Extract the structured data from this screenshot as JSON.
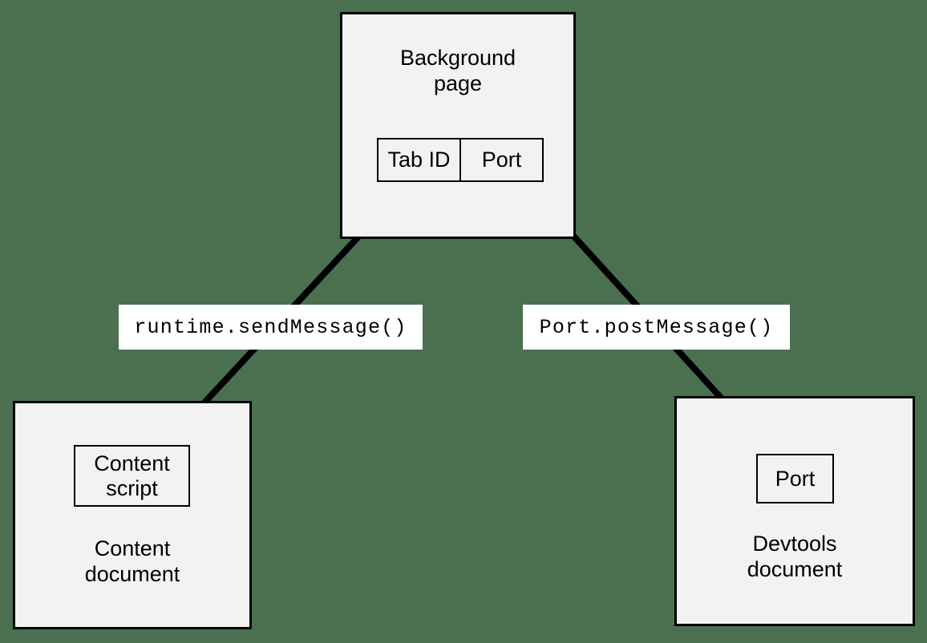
{
  "diagram": {
    "title": "Chrome extension messaging between background page, content script and devtools",
    "background_color": "#4a7050",
    "node_fill": "#f2f2f2",
    "stroke_color": "#000000",
    "label_fill": "#ffffff"
  },
  "nodes": {
    "background_page": {
      "title": "Background\npage",
      "table": {
        "cells": [
          {
            "label": "Tab ID"
          },
          {
            "label": "Port"
          }
        ]
      }
    },
    "content_document": {
      "title": "Content\ndocument",
      "inner": {
        "label": "Content\nscript"
      }
    },
    "devtools_document": {
      "title": "Devtools\ndocument",
      "inner": {
        "label": "Port"
      }
    }
  },
  "edges": [
    {
      "id": "content-to-background",
      "label": "runtime.sendMessage()",
      "from": "content-script",
      "to": "background-page-tab-id",
      "bidirectional": true
    },
    {
      "id": "devtools-to-background",
      "label": "Port.postMessage()",
      "from": "devtools-port",
      "to": "background-page-port",
      "bidirectional": true
    }
  ]
}
